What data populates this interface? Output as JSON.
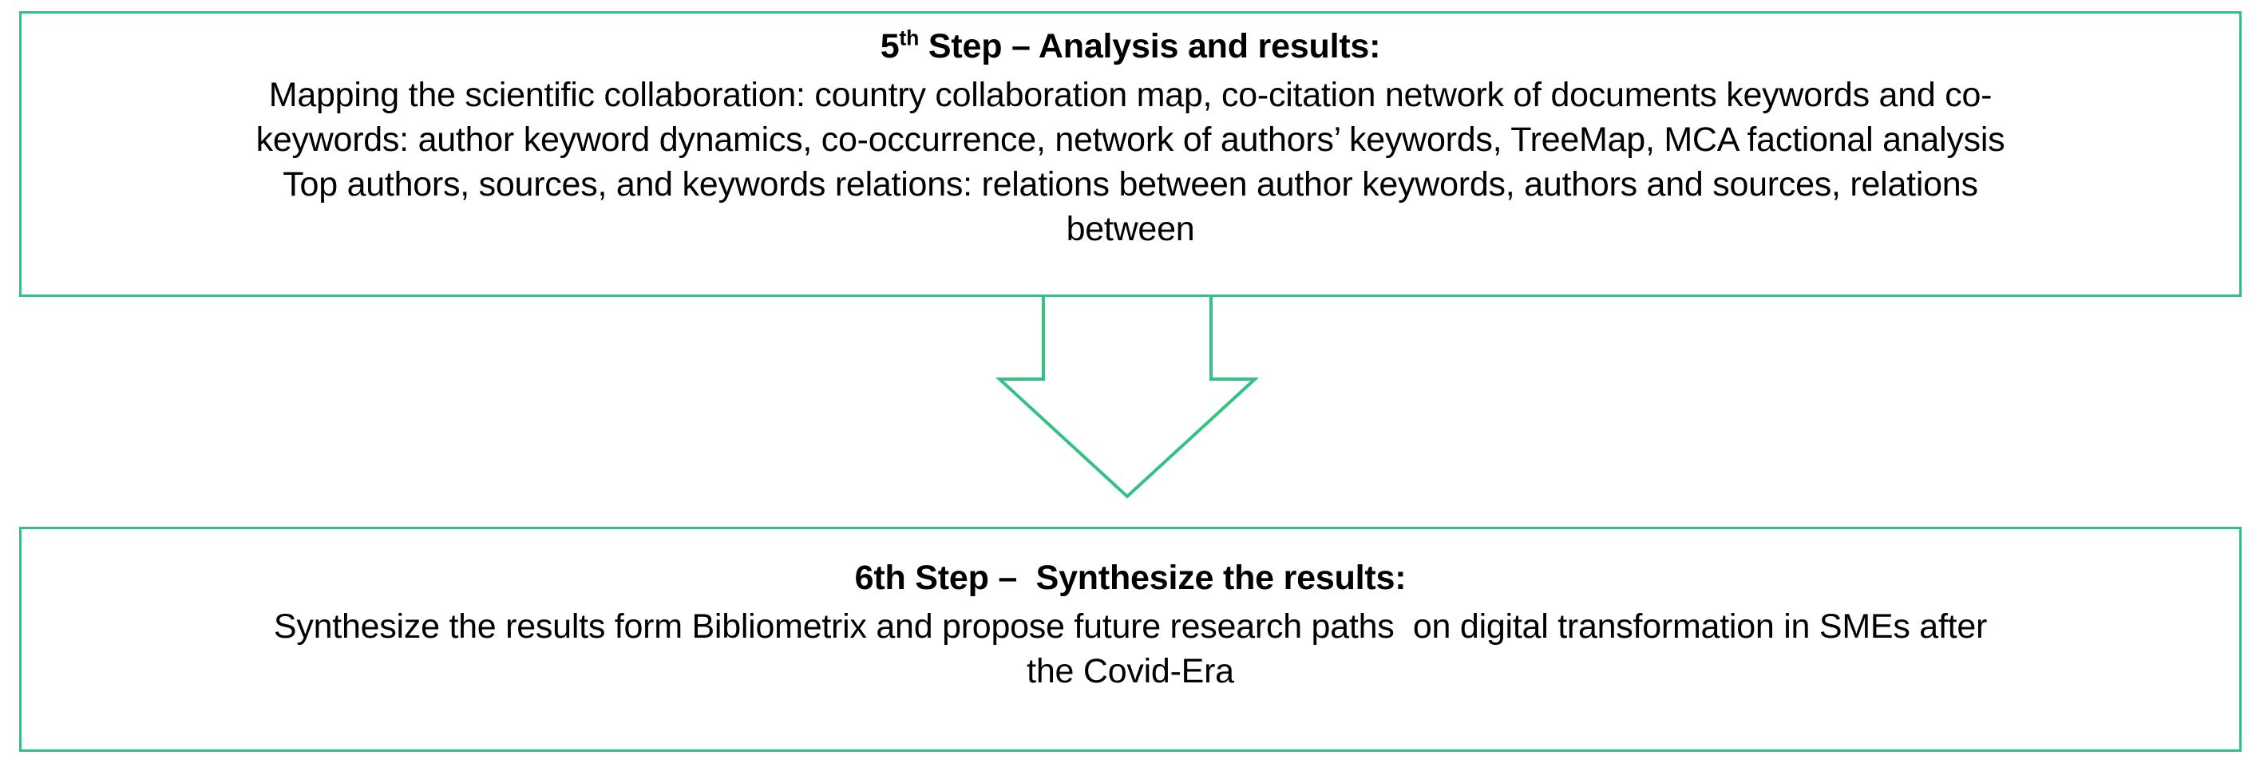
{
  "diagram": {
    "accent_color": "#35c184",
    "background_color": "#ffffff",
    "text_color": "#000000",
    "steps": [
      {
        "id": "step-5",
        "title_number": "5",
        "title_ordinal_suffix": "th",
        "title_rest": " Step – Analysis and results:",
        "body_lines": [
          "Mapping the scientific collaboration: country collaboration map, co-citation network of documents keywords and co-",
          "keywords: author keyword dynamics, co-occurrence, network of authors’ keywords, TreeMap, MCA factional analysis",
          "Top authors, sources, and keywords relations: relations between author keywords, authors and sources, relations",
          "between"
        ]
      },
      {
        "id": "step-6",
        "title_number": "6th",
        "title_ordinal_suffix": "",
        "title_rest": " Step –  Synthesize the results:",
        "body_lines": [
          "Synthesize the results form Bibliometrix and propose future research paths  on digital transformation in SMEs after",
          "the Covid-Era"
        ]
      }
    ],
    "connector": {
      "name": "down-arrow",
      "direction": "down",
      "from": "step-5",
      "to": "step-6"
    }
  }
}
